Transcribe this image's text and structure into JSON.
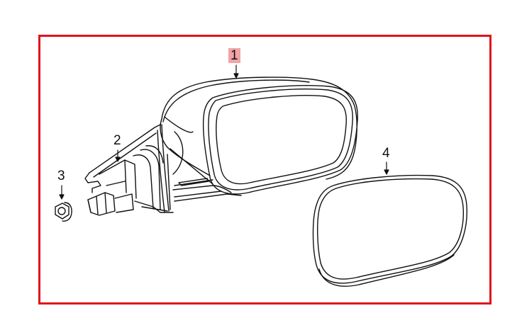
{
  "diagram": {
    "type": "exploded parts diagram",
    "subject": "side view mirror assembly",
    "frame_color": "#e0131b",
    "highlight_color": "#f2a3a6",
    "line_color": "#111111",
    "callouts": [
      {
        "number": "1",
        "part": "mirror assembly",
        "highlighted": true
      },
      {
        "number": "2",
        "part": "mount bracket / base"
      },
      {
        "number": "3",
        "part": "nut"
      },
      {
        "number": "4",
        "part": "mirror glass"
      }
    ]
  }
}
